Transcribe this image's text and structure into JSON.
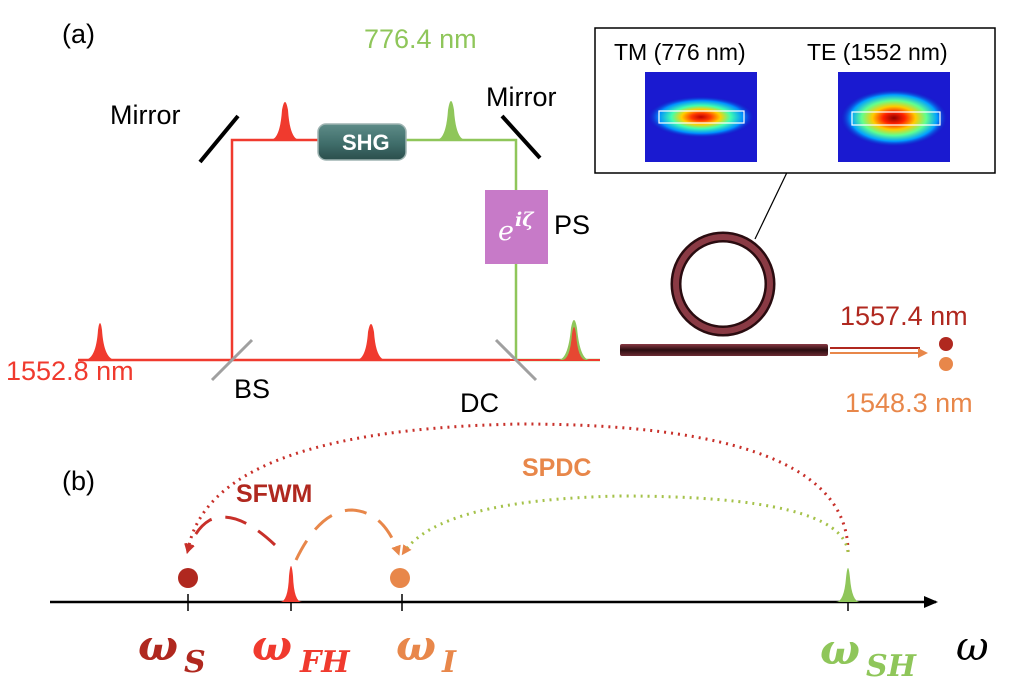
{
  "panel_a": {
    "label": "(a)",
    "input_wavelength": "1552.8 nm",
    "sh_wavelength": "776.4 nm",
    "mirror_left": "Mirror",
    "mirror_right": "Mirror",
    "shg": "SHG",
    "phase_symbol": "e",
    "phase_exponent": "iζ",
    "phase_label": "PS",
    "bs": "BS",
    "dc": "DC",
    "output_signal": "1557.4 nm",
    "output_idler": "1548.3 nm",
    "inset": {
      "tm_title": "TM (776 nm)",
      "te_title": "TE (1552 nm)"
    }
  },
  "panel_b": {
    "label": "(b)",
    "sfwm": "SFWM",
    "spdc": "SPDC",
    "omega_s": "ω",
    "omega_s_sub": "S",
    "omega_fh": "ω",
    "omega_fh_sub": "FH",
    "omega_i": "ω",
    "omega_i_sub": "I",
    "omega_sh": "ω",
    "omega_sh_sub": "SH",
    "axis_label": "ω"
  },
  "colors": {
    "fh_red": "#f03a2e",
    "sh_green": "#8fc65a",
    "signal_darkred": "#b0281f",
    "idler_orange": "#e8874a",
    "shg_box": "#3f6d6a",
    "ps_box": "#c77ac8",
    "ring": "#6b2a33"
  }
}
